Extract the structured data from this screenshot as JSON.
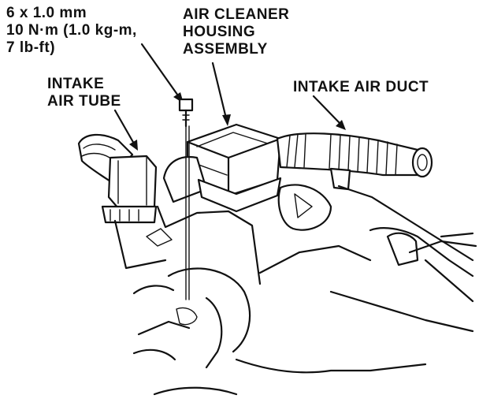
{
  "callouts": {
    "bolt_spec": [
      "6 x 1.0 mm",
      "10 N·m (1.0 kg-m,",
      "7 lb-ft)"
    ],
    "air_cleaner": [
      "AIR CLEANER",
      "HOUSING",
      "ASSEMBLY"
    ],
    "intake_air_tube": [
      "INTAKE",
      "AIR TUBE"
    ],
    "intake_air_duct": [
      "INTAKE AIR DUCT"
    ]
  }
}
